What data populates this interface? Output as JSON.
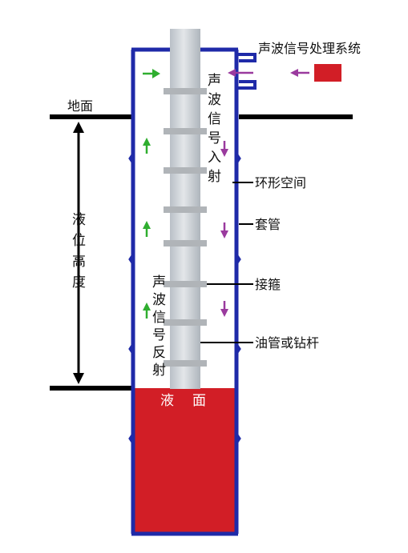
{
  "labels": {
    "system": "声波信号处理系统",
    "ground": "地面",
    "liquid_height": "液位高度",
    "annulus": "环形空间",
    "casing": "套管",
    "coupling": "接箍",
    "tubing": "油管或钻杆",
    "incident": "声波信号入射",
    "reflected": "声波信号反射",
    "liquid_surface_left": "液",
    "liquid_surface_right": "面"
  },
  "colors": {
    "casing": "#1f2aa8",
    "tubing": "#c8ced4",
    "coupling": "#b0b4b8",
    "liquid": "#d21e26",
    "source_box": "#d21e26",
    "green_arrow": "#2fae2f",
    "purple_arrow": "#9a3a9e",
    "ground_line": "#000000"
  },
  "icons": {
    "incident_arrows": "arrow-down-icon",
    "reflected_arrows": "arrow-up-icon",
    "source": "sound-source-icon"
  }
}
